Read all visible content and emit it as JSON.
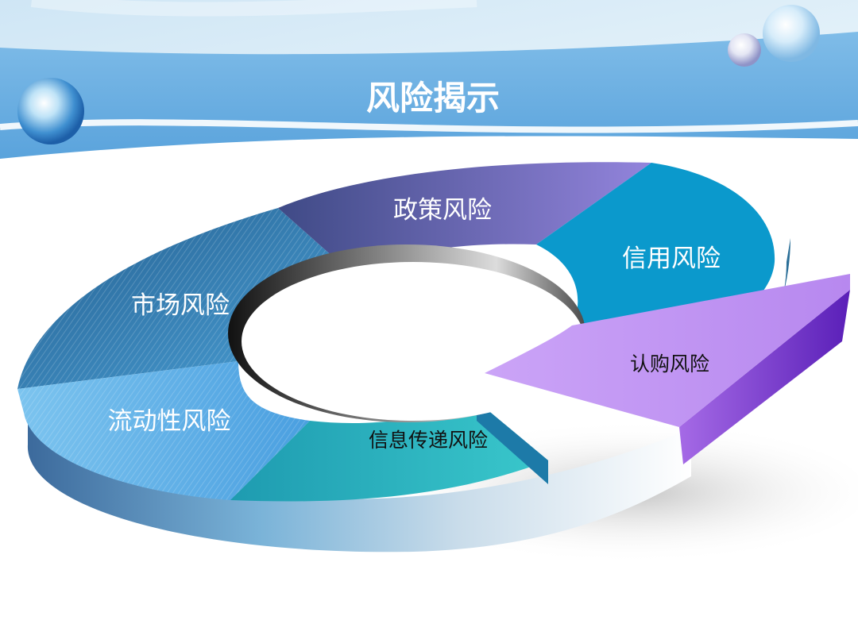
{
  "slide": {
    "title": "风险揭示"
  },
  "diagram": {
    "segments": [
      {
        "id": "policy",
        "label": "政策风险",
        "color": "#6a5fb0"
      },
      {
        "id": "credit",
        "label": "信用风险",
        "color": "#0b99cc"
      },
      {
        "id": "subscription",
        "label": "认购风险",
        "color": "#c49af2"
      },
      {
        "id": "info",
        "label": "信息传递风险",
        "color": "#22b3c0"
      },
      {
        "id": "liquidity",
        "label": "流动性风险",
        "color": "#52ace6"
      },
      {
        "id": "market",
        "label": "市场风险",
        "color": "#2d7fb4"
      }
    ]
  }
}
